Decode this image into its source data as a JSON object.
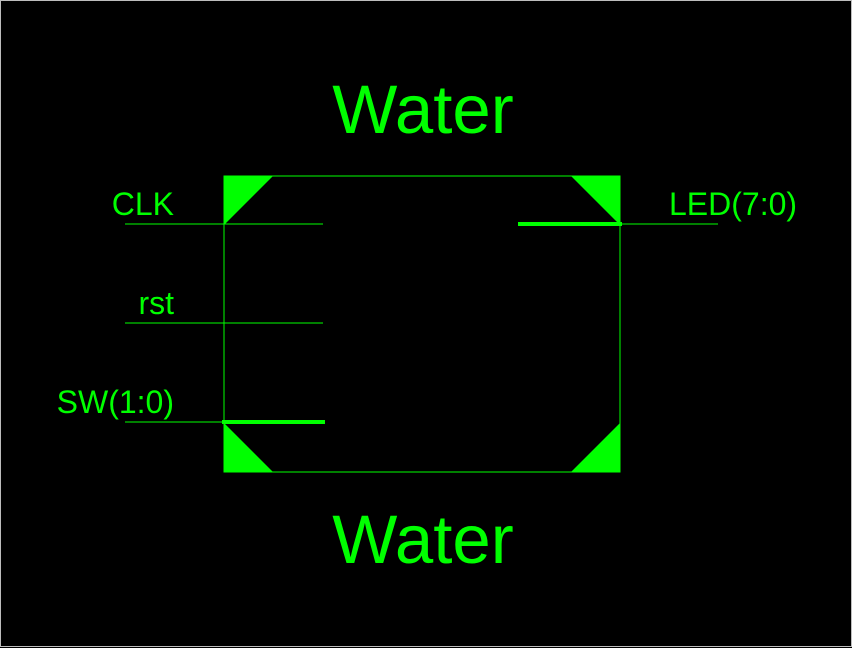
{
  "symbol": {
    "title_top": "Water",
    "title_bottom": "Water",
    "inputs": [
      {
        "label": "CLK",
        "bus": false
      },
      {
        "label": "rst",
        "bus": false
      },
      {
        "label": "SW(1:0)",
        "bus": true
      }
    ],
    "outputs": [
      {
        "label": "LED(7:0)",
        "bus": true
      }
    ]
  },
  "colors": {
    "background": "#000000",
    "wire": "#00ff00",
    "frame": "#bdbdbd"
  }
}
